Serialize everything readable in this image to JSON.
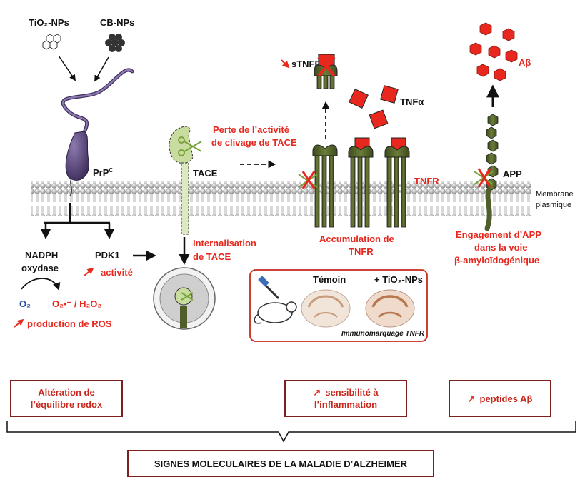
{
  "labels": {
    "tio2_nps": "TiO₂-NPs",
    "cb_nps": "CB-NPs",
    "prpc_main": "PrP",
    "prpc_sup": "C",
    "tace": "TACE",
    "perte_line1": "Perte de l’activité",
    "perte_line2": "de clivage de TACE",
    "stnfr": "sTNFR",
    "tnfa": "TNFα",
    "abeta": "Aβ",
    "tnfr": "TNFR",
    "app": "APP",
    "membrane_line1": "Membrane",
    "membrane_line2": "plasmique",
    "nadph_line1": "NADPH",
    "nadph_line2": "oxydase",
    "pdk1": "PDK1",
    "activite": "activité",
    "o2": "O₂",
    "o2_products": "O₂•⁻ / H₂O₂",
    "production_ros": "production de ROS",
    "internalisation_line1": "Internalisation",
    "internalisation_line2": "de TACE",
    "accumulation_line1": "Accumulation  de",
    "accumulation_line2": "TNFR",
    "engagement_line1": "Engagement d’APP",
    "engagement_line2": "dans la voie",
    "engagement_line3": "β-amyloïdogénique",
    "temoin": "Témoin",
    "plus_tio2": "+ TiO₂-NPs",
    "immunomarquage": "Immunomarquage TNFR"
  },
  "boxes": {
    "alteration_line1": "Altération de",
    "alteration_line2": "l’équilibre redox",
    "sensibilite_line1": "sensibilité à",
    "sensibilite_line2": "l’inflammation",
    "peptides": "peptides Aβ",
    "bottom": "SIGNES MOLECULAIRES DE LA MALADIE D’ALZHEIMER"
  },
  "colors": {
    "red": "#e8281e",
    "box_border": "#7b1f1f",
    "receptor_green": "#4f5e2a",
    "prion_purple": "#5c4a78",
    "tace_light": "#c9dca0"
  }
}
